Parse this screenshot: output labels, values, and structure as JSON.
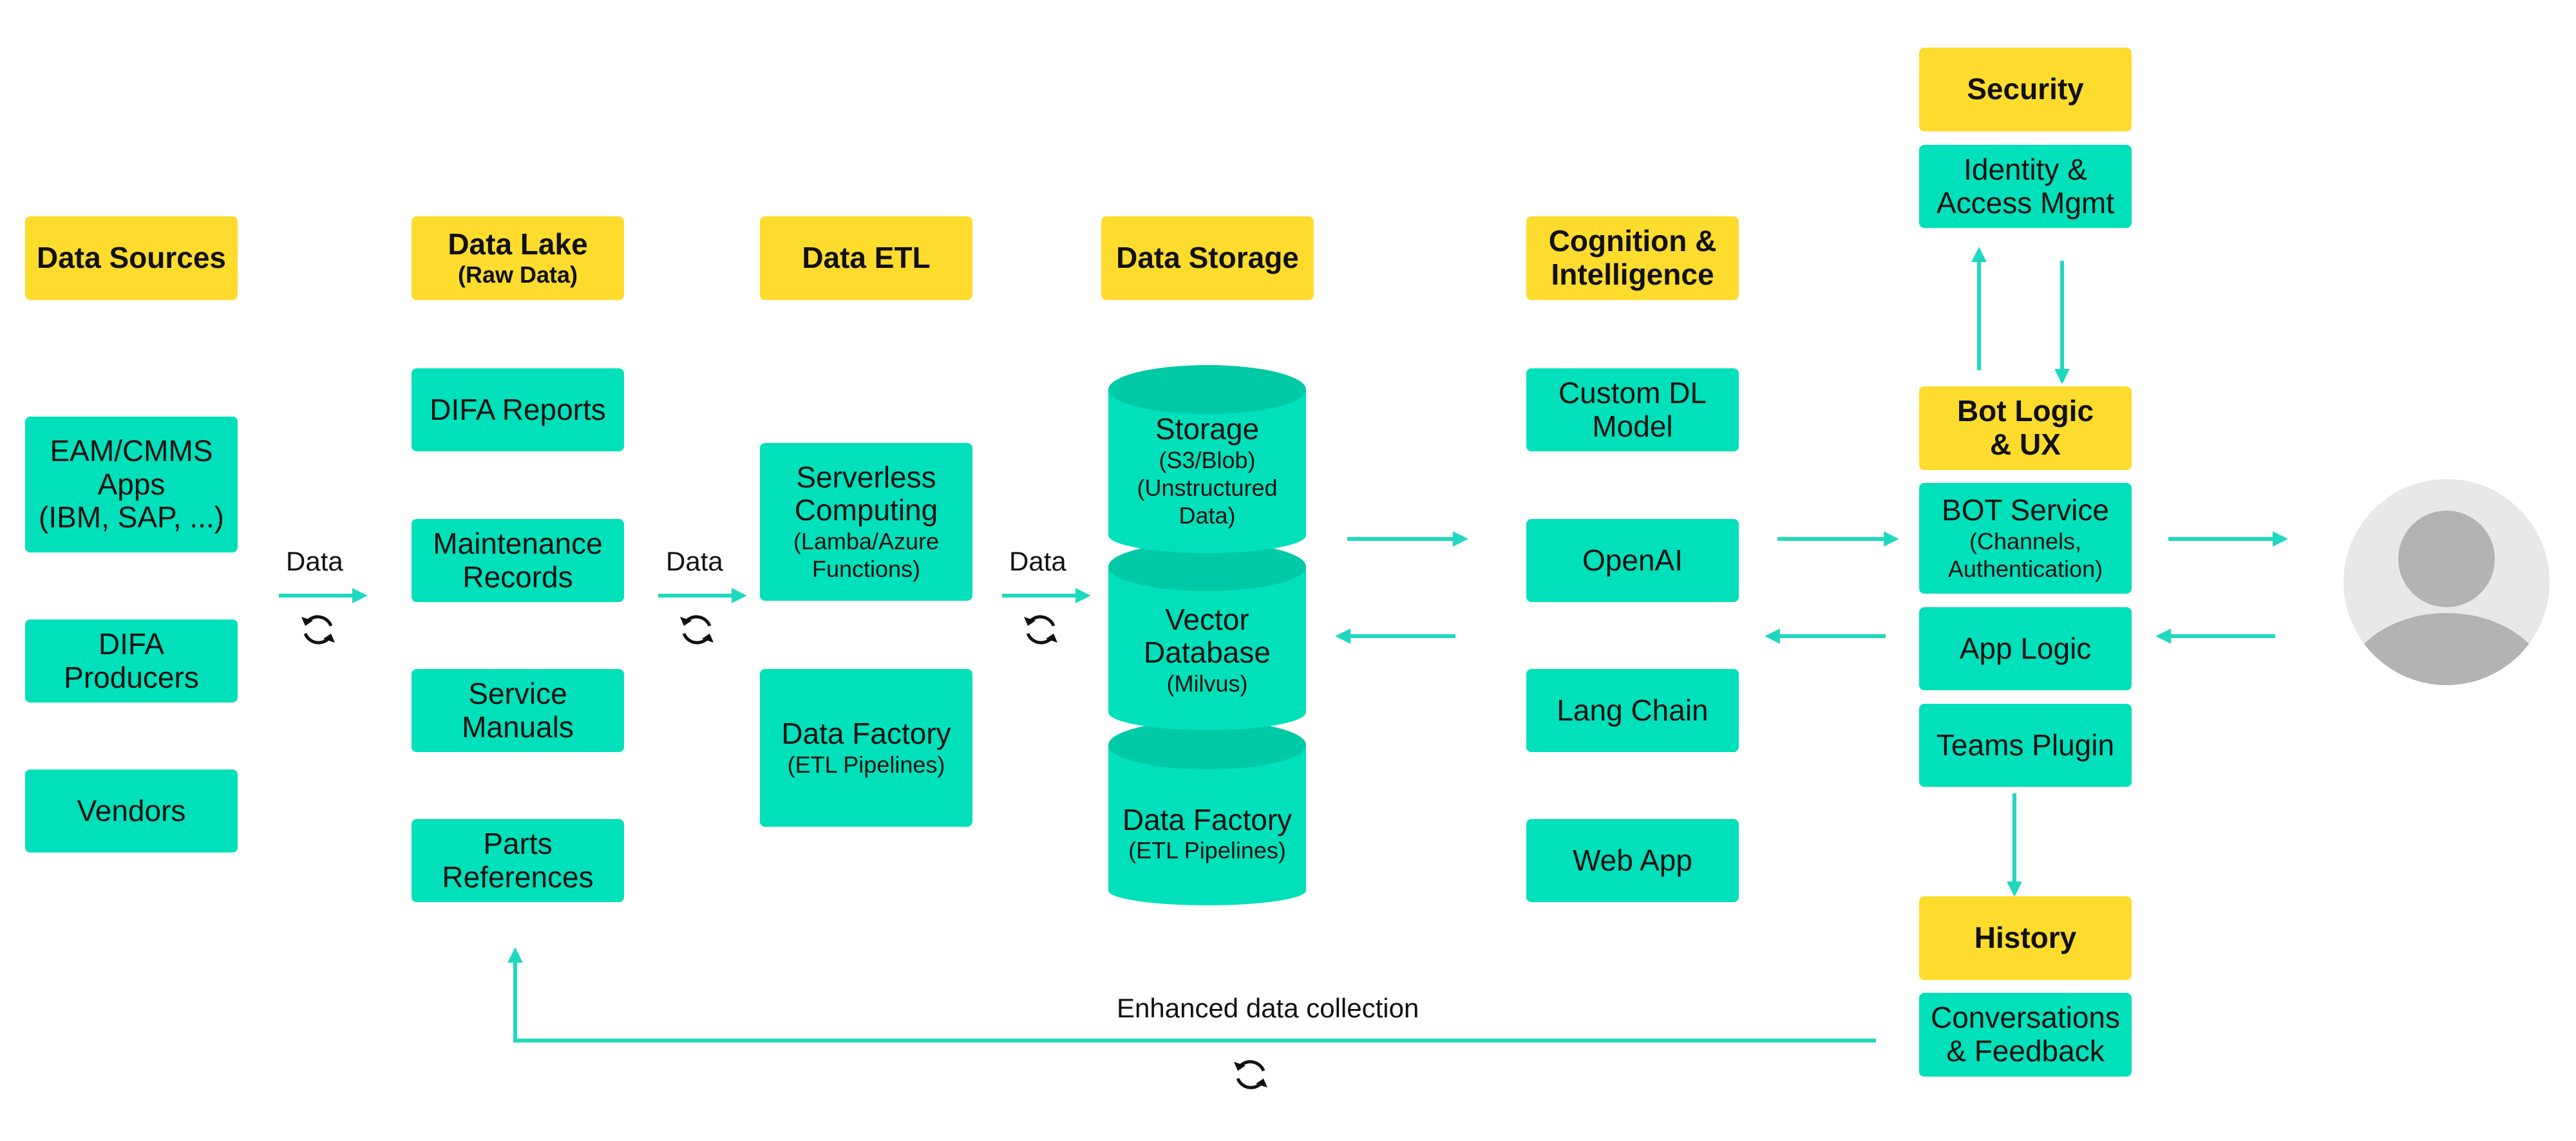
{
  "columns": {
    "data_sources": {
      "header": "Data Sources",
      "items": [
        "EAM/CMMS",
        "Apps",
        "(IBM, SAP, ...)",
        "DIFA",
        "Producers",
        "Vendors"
      ]
    },
    "data_lake": {
      "header": "Data Lake",
      "header_sub": "(Raw Data)",
      "items": [
        "DIFA Reports",
        "Maintenance",
        "Records",
        "Service",
        "Manuals",
        "Parts",
        "References"
      ]
    },
    "data_etl": {
      "header": "Data ETL",
      "serverless": [
        "Serverless",
        "Computing"
      ],
      "serverless_sub": [
        "(Lamba/Azure",
        "Functions)"
      ],
      "factory": "Data Factory",
      "factory_sub": "(ETL Pipelines)"
    },
    "data_storage": {
      "header": "Data Storage",
      "storage": "Storage",
      "storage_sub": [
        "(S3/Blob)",
        "(Unstructured",
        "Data)"
      ],
      "vector": [
        "Vector",
        "Database"
      ],
      "vector_sub": "(Milvus)",
      "factory": "Data Factory",
      "factory_sub": "(ETL Pipelines)"
    },
    "cognition": {
      "header": [
        "Cognition &",
        "Intelligence"
      ],
      "items": [
        "Custom DL",
        "Model",
        "OpenAI",
        "Lang Chain",
        "Web App"
      ]
    },
    "bot": {
      "security_header": "Security",
      "identity": [
        "Identity &",
        "Access Mgmt"
      ],
      "logic_header": [
        "Bot Logic",
        "& UX"
      ],
      "bot_service": "BOT Service",
      "bot_service_sub": [
        "(Channels,",
        "Authentication)"
      ],
      "app_logic": "App Logic",
      "teams": "Teams Plugin",
      "history_header": "History",
      "conversations": [
        "Conversations",
        "& Feedback"
      ]
    }
  },
  "flow_labels": {
    "data1": "Data",
    "data2": "Data",
    "data3": "Data",
    "feedback": "Enhanced data collection"
  },
  "colors": {
    "header": "#FDDC2E",
    "component": "#00E0BA",
    "arrow": "#1FD9BE",
    "cylinder_top": "#00C9A6",
    "user_bg": "#E8E8E8",
    "user_fg": "#B3B3B3"
  },
  "icons": [
    "sync-icon",
    "user-avatar-icon",
    "arrow-icon"
  ]
}
